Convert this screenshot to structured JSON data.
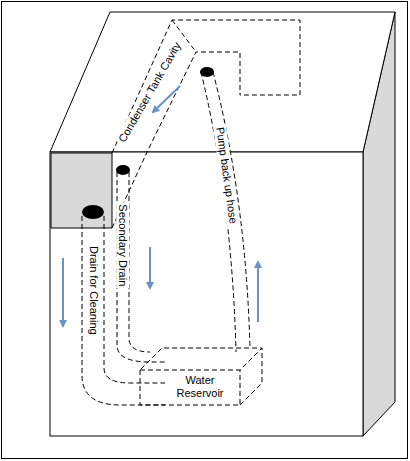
{
  "diagram": {
    "labels": [
      "Condenser Tank Cavity",
      "Pump back up hose",
      "Secondary Drain",
      "Drain for Cleaning",
      "Water Reservoir"
    ]
  }
}
